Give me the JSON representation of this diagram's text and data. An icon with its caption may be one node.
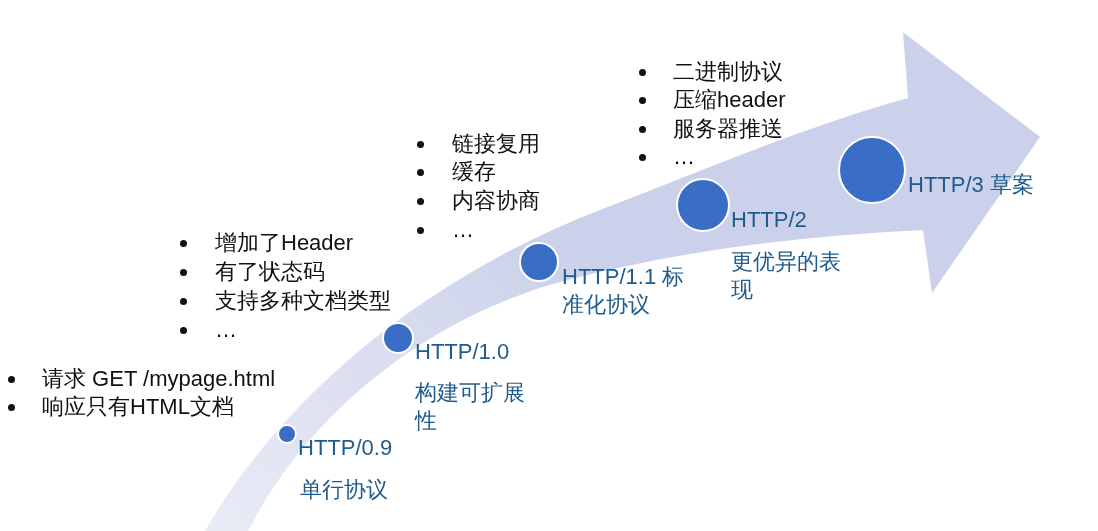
{
  "diagram": {
    "nodes": [
      {
        "text": [],
        "shape": "circle",
        "beside": [
          "请求 GET /mypage.html",
          "响应只有HTML文档",
          "HTTP/0.9",
          "单行协议"
        ]
      },
      {
        "text": [],
        "shape": "circle",
        "beside": [
          "增加了Header",
          "有了状态码",
          "支持多种文档类型",
          "…",
          "HTTP/1.0",
          "构建可扩展性"
        ]
      },
      {
        "text": [],
        "shape": "circle",
        "beside": [
          "链接复用",
          "缓存",
          "内容协商",
          "…",
          "HTTP/1.1 标准化协议"
        ]
      },
      {
        "text": [],
        "shape": "circle",
        "beside": [
          "二进制协议",
          "压缩header",
          "服务器推送",
          "…",
          "HTTP/2",
          "更优异的表现"
        ]
      },
      {
        "text": [],
        "shape": "circle",
        "beside": [
          "HTTP/3 草案"
        ]
      }
    ]
  }
}
